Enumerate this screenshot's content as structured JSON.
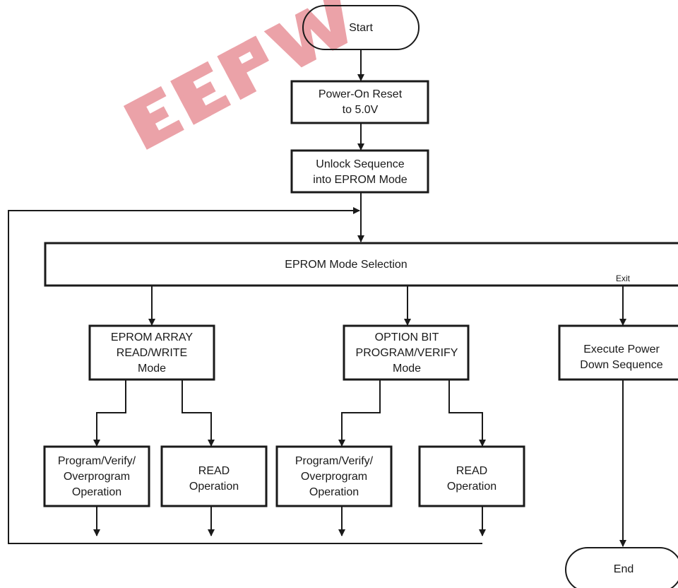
{
  "watermark": "EEPW",
  "colors": {
    "line": "#1a1a1a",
    "watermark": "#e8929a",
    "background": "#ffffff"
  },
  "nodes": {
    "start": "Start",
    "power_on_1": "Power-On Reset",
    "power_on_2": "to 5.0V",
    "unlock_1": "Unlock Sequence",
    "unlock_2": "into EPROM Mode",
    "mode_selection": "EPROM Mode Selection",
    "exit_label": "Exit",
    "array_1": "EPROM ARRAY",
    "array_2": "READ/WRITE",
    "array_3": "Mode",
    "option_1": "OPTION BIT",
    "option_2": "PROGRAM/VERIFY",
    "option_3": "Mode",
    "power_down_1": "Execute Power",
    "power_down_2": "Down Sequence",
    "pvo_1": "Program/Verify/",
    "pvo_2": "Overprogram",
    "pvo_3": "Operation",
    "read_1": "READ",
    "read_2": "Operation",
    "end": "End"
  }
}
